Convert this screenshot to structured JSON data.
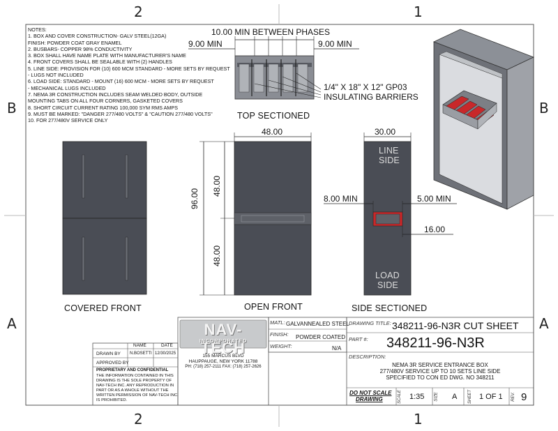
{
  "zones": {
    "top_left": "2",
    "top_right": "1",
    "bottom_left": "2",
    "bottom_right": "1",
    "left_upper": "B",
    "right_upper": "B",
    "left_lower": "A",
    "right_lower": "A"
  },
  "notes": {
    "heading": "NOTES:",
    "items": [
      "1. BOX AND COVER CONSTRUCTION- GALV   STEEL(12GA)",
      "    FINISH: POWDER COAT GRAY ENAMEL",
      "2. BUSBARS- COPPER 98% CONDUCTIVITY",
      "3. BOX SHALL HAVE NAME PLATE WITH MANUFACTURER'S NAME",
      "4. FRONT COVERS SHALL BE SEALABLE WITH (2) HANDLES",
      "5. LINE SIDE: PROVISION FOR (10) 600 MCM STANDARD - MORE SETS BY REQUEST",
      "    - LUGS NOT INCLUDED",
      "6. LOAD SIDE: STANDARD - MOUNT (16) 600 MCM - MORE SETS BY REQUEST",
      "    - MECHANICAL LUGS INCLUDED",
      "7. NEMA 3R CONSTRUCTION INCLUDES SEAM WELDED BODY, OUTSIDE",
      "    MOUNTING TABS ON ALL FOUR CORNERS, GASKETED COVERS",
      "8. SHORT CIRCUIT CURRENT RATING 100,000 SYM RMS AMPS",
      "9. MUST BE MARKED: \"DANGER 277/480 VOLTS\" & \"CAUTION 277/480 VOLTS\"",
      "10. FOR 277/480V SERVICE ONLY"
    ]
  },
  "top_view": {
    "dim_between": "10.00 MIN BETWEEN PHASES",
    "dim_left": "9.00 MIN",
    "dim_right": "9.00 MIN",
    "barrier_line1": "1/4\" X 18\" X 12\" GP03",
    "barrier_line2": "INSULATING BARRIERS",
    "label": "TOP SECTIONED"
  },
  "covered_front": {
    "label": "COVERED FRONT"
  },
  "open_front": {
    "width": "48.00",
    "height": "96.00",
    "upper": "48.00",
    "lower": "48.00",
    "label": "OPEN FRONT"
  },
  "side_view": {
    "depth": "30.00",
    "line_side_1": "LINE",
    "line_side_2": "SIDE",
    "load_side_1": "LOAD",
    "load_side_2": "SIDE",
    "left_min": "8.00 MIN",
    "right_min": "5.00 MIN",
    "offset": "16.00",
    "label": "SIDE SECTIONED"
  },
  "title_block": {
    "logo_name": "NAV-TECH",
    "logo_sub": "INCORPORATED",
    "address_1": "155 MARCUS BLVD",
    "address_2": "HAUPPAUGE, NEW YORK 11788",
    "address_3": "PH: (718) 257-2111   FAX: (718) 257-2626",
    "matl_label": "MATL:",
    "matl_value": "GALVANNEALED STEEL",
    "finish_label": "FINISH:",
    "finish_value": "POWDER COATED",
    "weight_label": "WEIGHT:",
    "weight_value": "N/A",
    "drawing_title_label": "DRAWING TITLE:",
    "drawing_title": "348211-96-N3R CUT SHEET",
    "part_label": "PART #:",
    "part_number": "348211-96-N3R",
    "description_label": "DESCRIPTION:",
    "description_1": "NEMA 3R SERVICE ENTRANCE BOX",
    "description_2": "277/480V SERVICE UP TO 10 SETS LINE SIDE",
    "description_3": "SPECIFIED TO CON ED DWG. NO 348211",
    "do_not_scale_1": "DO NOT SCALE",
    "do_not_scale_2": "DRAWING",
    "scale_label": "SCALE",
    "scale_value": "1:35",
    "size_label": "SIZE",
    "size_value": "A",
    "sheet_label": "SHEET",
    "sheet_value": "1 OF 1",
    "rev_label": "REV.",
    "rev_value": "9",
    "name_header": "NAME",
    "date_header": "DATE",
    "drawn_by_label": "DRAWN BY",
    "drawn_by_name": "N.BOSETTI",
    "drawn_by_date": "12/30/2025",
    "approved_by_label": "APPROVED BY",
    "proprietary_title": "PROPRIETARY AND CONFIDENTIAL",
    "proprietary_lines": [
      "THE INFORMATION CONTAINED IN THIS",
      "DRAWING IS THE SOLE PROPERTY OF",
      "NAV-TECH INC.  ANY REPRODUCTION IN",
      "PART OR AS A WHOLE WITHOUT THE",
      "WRITTEN PERMISSION OF NAV-TECH INC.",
      "IS PROHIBITED."
    ]
  },
  "colors": {
    "panel": "#4a4d55",
    "panel_light": "#6a6d75",
    "barrier_red": "#c8282a",
    "frame": "#555555"
  }
}
